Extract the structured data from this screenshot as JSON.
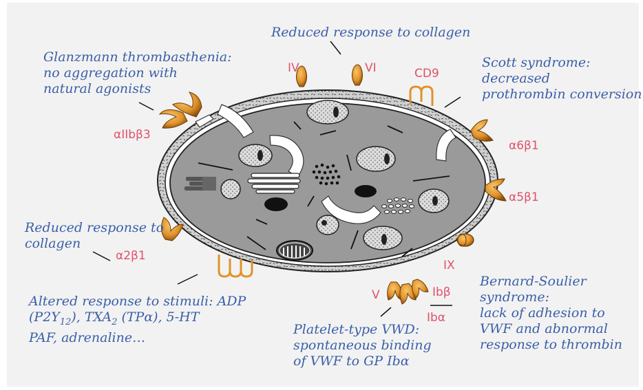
{
  "receptors": {
    "IV": "IV",
    "VI": "VI",
    "CD9": "CD9",
    "a2b3": "αIIbβ3",
    "a6b1": "α6β1",
    "a5b1": "α5β1",
    "a2b1": "α2β1",
    "IX": "IX",
    "Ib_beta": "Ibβ",
    "V": "V",
    "Ib_alpha": "Ibα"
  },
  "annotations": {
    "collagen_top": "Reduced response to collagen",
    "glanzmann": [
      "Glanzmann thrombasthenia:",
      "no aggregation with",
      "natural agonists"
    ],
    "scott": [
      "Scott syndrome:",
      "decreased",
      "prothrombin conversion"
    ],
    "collagen_left": [
      "Reduced response to",
      "collagen"
    ],
    "altered_1a": "Altered response to stimuli: ADP",
    "altered_2a": "(P2Y",
    "altered_2sub": "12",
    "altered_2b": "), TXA",
    "altered_2sub2": "2",
    "altered_2c": " (TPα), 5-HT",
    "altered_3": "PAF, adrenaline…",
    "platelet_vwd": [
      "Platelet-type VWD:",
      "spontaneous binding",
      "of VWF to GP Ibα"
    ],
    "bernard": [
      "Bernard-Soulier",
      "syndrome:",
      "lack of adhesion to",
      "VWF and abnormal",
      "response to thrombin"
    ]
  },
  "colors": {
    "background": "#f2f2f2",
    "cytoplasm": "#9a9a9a",
    "receptor": "#e0922a",
    "receptor_label": "#e0506a",
    "annotation_text": "#3a5fa8"
  },
  "icons": [
    "platelet-cell",
    "receptor-glycoprotein",
    "granule",
    "mitochondrion",
    "open-canalicular-system",
    "glycogen-particles",
    "dense-tubular-system"
  ]
}
